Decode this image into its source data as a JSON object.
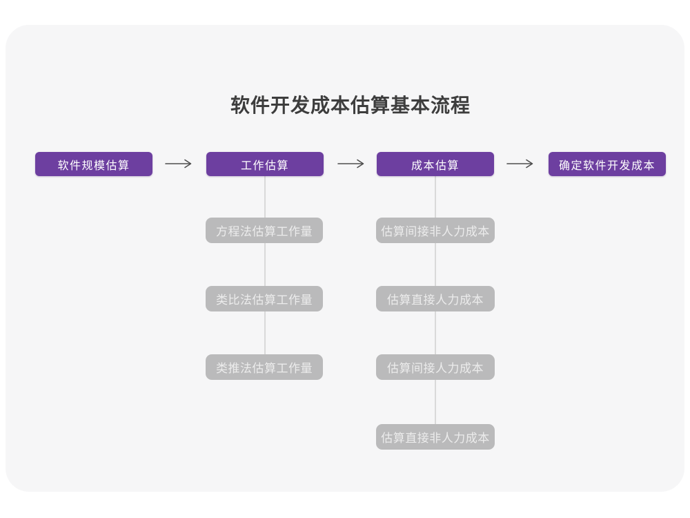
{
  "title": "软件开发成本估算基本流程",
  "colors": {
    "stage_fill": "#6d3fa0",
    "stage_text": "#ffffff",
    "method_fill": "#bababb",
    "method_text": "#ececec",
    "card_background": "#f6f6f7",
    "page_background": "#ffffff",
    "arrow": "#4d4d4d",
    "connector": "#d9d9d9",
    "title_text": "#3d3d3d"
  },
  "flow": {
    "stages": [
      {
        "label": "软件规模估算"
      },
      {
        "label": "工作估算"
      },
      {
        "label": "成本估算"
      },
      {
        "label": "确定软件开发成本"
      }
    ],
    "work_methods": [
      {
        "label": "方程法估算工作量"
      },
      {
        "label": "类比法估算工作量"
      },
      {
        "label": "类推法估算工作量"
      }
    ],
    "cost_methods": [
      {
        "label": "估算间接非人力成本"
      },
      {
        "label": "估算直接人力成本"
      },
      {
        "label": "估算间接人力成本"
      },
      {
        "label": "估算直接非人力成本"
      }
    ]
  }
}
